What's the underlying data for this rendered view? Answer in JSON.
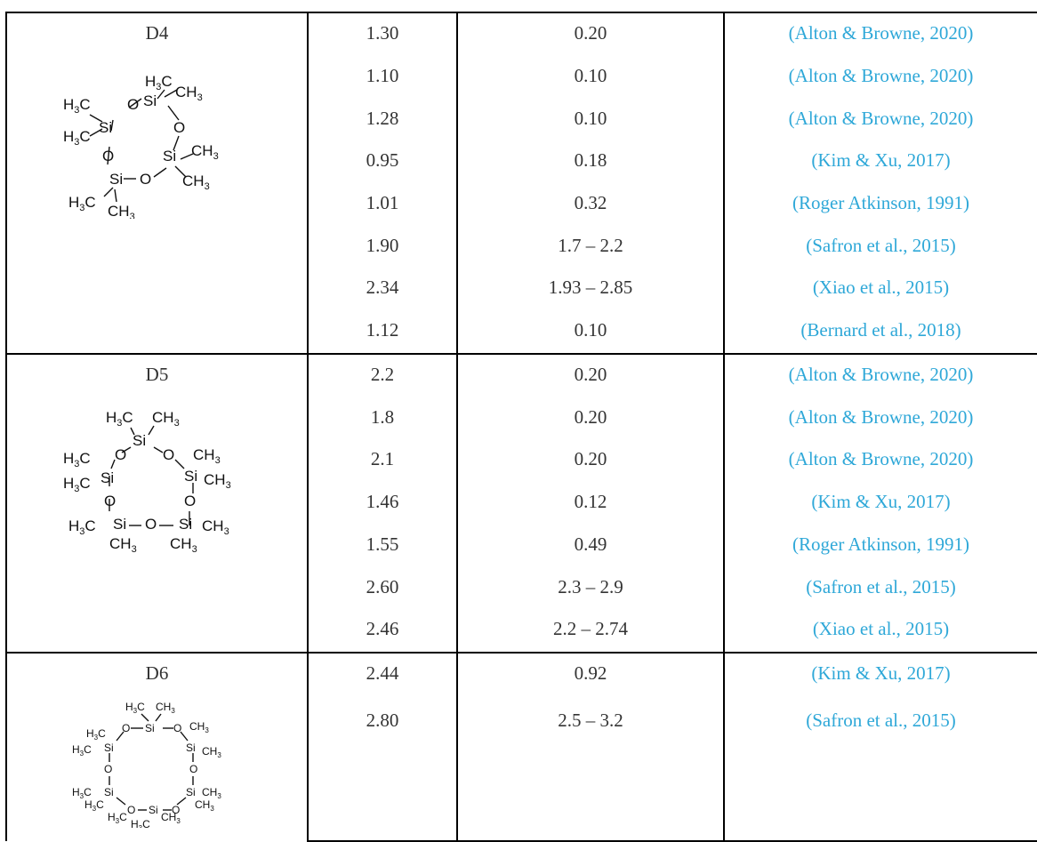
{
  "groups": [
    {
      "compound": "D4",
      "rows": [
        {
          "v1": "1.30",
          "v2": "0.20",
          "ref": "(Alton & Browne, 2020)"
        },
        {
          "v1": "1.10",
          "v2": "0.10",
          "ref": "(Alton & Browne, 2020)"
        },
        {
          "v1": "1.28",
          "v2": "0.10",
          "ref": "(Alton & Browne, 2020)"
        },
        {
          "v1": "0.95",
          "v2": "0.18",
          "ref": "(Kim & Xu, 2017)"
        },
        {
          "v1": "1.01",
          "v2": "0.32",
          "ref": "(Roger Atkinson, 1991)"
        },
        {
          "v1": "1.90",
          "v2": "1.7 – 2.2",
          "ref": "(Safron et al., 2015)"
        },
        {
          "v1": "2.34",
          "v2": "1.93 – 2.85",
          "ref": "(Xiao et al., 2015)"
        },
        {
          "v1": "1.12",
          "v2": "0.10",
          "ref": "(Bernard et al., 2018)"
        }
      ]
    },
    {
      "compound": "D5",
      "rows": [
        {
          "v1": "2.2",
          "v2": "0.20",
          "ref": "(Alton & Browne, 2020)"
        },
        {
          "v1": "1.8",
          "v2": "0.20",
          "ref": "(Alton & Browne, 2020)"
        },
        {
          "v1": "2.1",
          "v2": "0.20",
          "ref": "(Alton & Browne, 2020)"
        },
        {
          "v1": "1.46",
          "v2": "0.12",
          "ref": "(Kim & Xu, 2017)"
        },
        {
          "v1": "1.55",
          "v2": "0.49",
          "ref": "(Roger Atkinson, 1991)"
        },
        {
          "v1": "2.60",
          "v2": "2.3 – 2.9",
          "ref": "(Safron et al., 2015)"
        },
        {
          "v1": "2.46",
          "v2": "2.2 – 2.74",
          "ref": "(Xiao et al., 2015)"
        }
      ]
    },
    {
      "compound": "D6",
      "rows": [
        {
          "v1": "2.44",
          "v2": "0.92",
          "ref": "(Kim & Xu, 2017)"
        },
        {
          "v1": "2.80",
          "v2": "2.5 – 3.2",
          "ref": "(Safron et al., 2015)"
        }
      ]
    }
  ],
  "chem": {
    "si": "Si",
    "o": "O",
    "h": "H",
    "c": "C",
    "sub3": "3",
    "ch": "CH"
  }
}
